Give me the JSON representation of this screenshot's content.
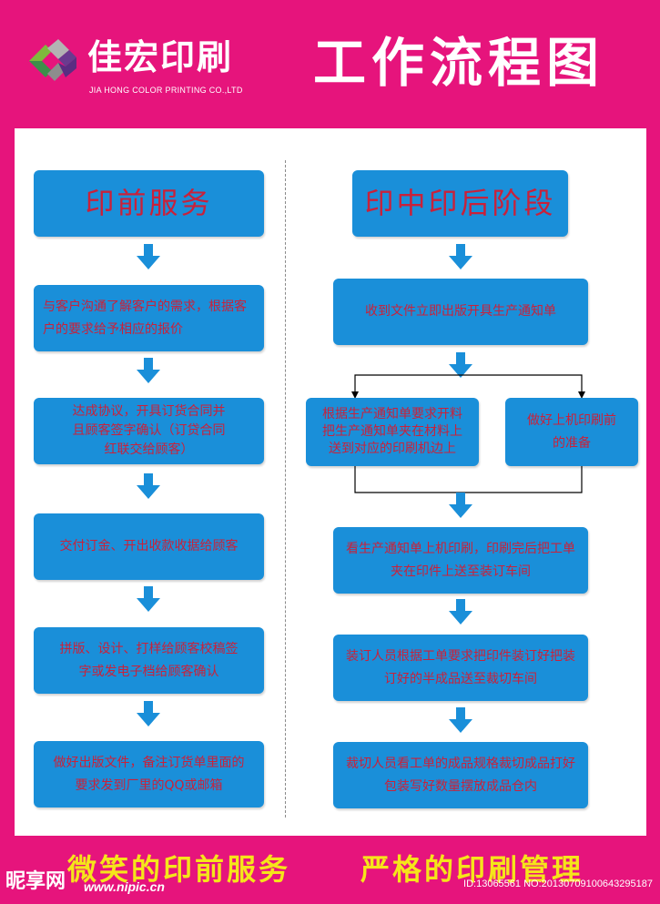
{
  "header": {
    "company_name": "佳宏印刷",
    "company_sub": "JIA HONG COLOR PRINTING CO.,LTD",
    "title": "工作流程图"
  },
  "left_column": {
    "heading": "印前服务",
    "steps": [
      "与客户沟通了解客户的需求，根据客户的要求给予相应的报价",
      "达成协议，开具订货合同并且顾客签字确认（订贷合同红联交给顾客）",
      "交付订金、开出收款收据给顾客",
      "拼版、设计、打样给顾客校稿签字或发电子档给顾客确认",
      "做好出版文件，备注订货单里面的要求发到厂里的QQ或邮箱"
    ]
  },
  "right_column": {
    "heading": "印中印后阶段",
    "step1": "收到文件立即出版开具生产通知单",
    "branch_left": "根据生产通知单要求开料把生产通知单夹在材料上送到对应的印刷机边上",
    "branch_right": "做好上机印刷前的准备",
    "step3": "看生产通知单上机印刷，印刷完后把工单夹在印件上送至装订车间",
    "step4": "装订人员根据工单要求把印件装订好把装订好的半成品送至裁切车间",
    "step5": "裁切人员看工单的成品规格裁切成品打好包装写好数量摆放成品仓内"
  },
  "footer": {
    "slogan_left": "微笑的印前服务",
    "slogan_right": "严格的印刷管理",
    "watermark_logo": "昵享网",
    "watermark_url": "www.nipic.cn",
    "watermark_id": "ID:13065561 NO:20130709100643295187"
  },
  "colors": {
    "background": "#e6147c",
    "box": "#1a8fd9",
    "box_text": "#c9213a",
    "slogan": "#f5e51a"
  }
}
